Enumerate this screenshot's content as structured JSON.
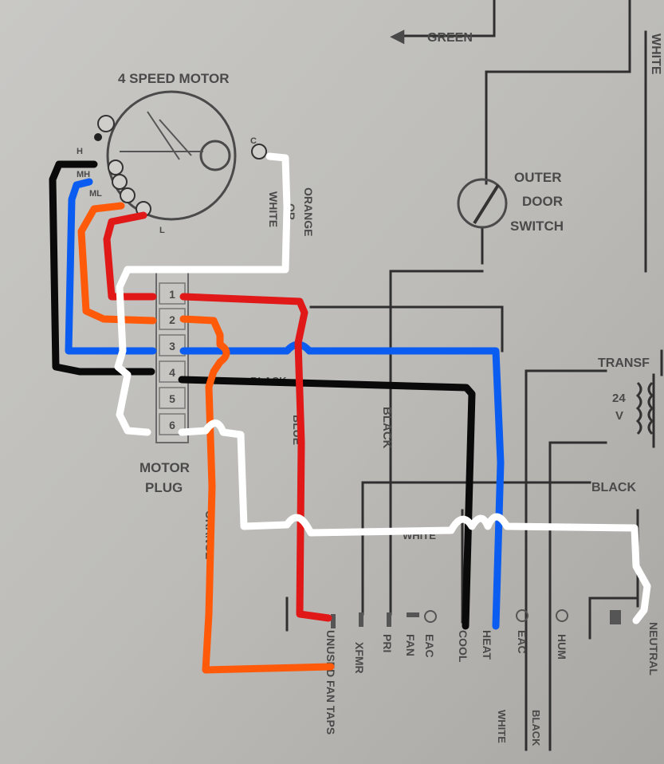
{
  "labels": {
    "motor_title": "4 SPEED MOTOR",
    "green": "GREEN",
    "white_top": "WHITE",
    "outer_door_1": "OUTER",
    "outer_door_2": "DOOR",
    "outer_door_3": "SWITCH",
    "orange_or_white_1": "ORANGE",
    "orange_or_white_2": "OR",
    "orange_or_white_3": "WHITE",
    "transformer": "TRANSF",
    "volts": "24",
    "volts_unit": "V",
    "black_mid": "BLACK",
    "black_right": "BLACK",
    "motor_plug_1": "MOTOR",
    "motor_plug_2": "PLUG",
    "orange_vertical": "ORANGE",
    "blue_vertical": "BLUE",
    "white_mid": "WHITE",
    "black_short": "BLACK",
    "h": "H",
    "mh": "MH",
    "ml": "ML",
    "l": "L",
    "c": "C"
  },
  "plug_pins": [
    "1",
    "2",
    "3",
    "4",
    "5",
    "6"
  ],
  "terminals": [
    "UNUSED FAN TAPS",
    "XFMR",
    "FAN",
    "PRI",
    "EAC",
    "COOL",
    "HEAT",
    "EAC",
    "HUM",
    "NEUTRAL"
  ],
  "bottom_labels": [
    "WHITE",
    "BLACK"
  ],
  "wire_colors": {
    "black": "#0a0a0a",
    "blue": "#0b5cf0",
    "orange": "#ff5a0a",
    "red": "#e01818",
    "white": "#ffffff"
  }
}
